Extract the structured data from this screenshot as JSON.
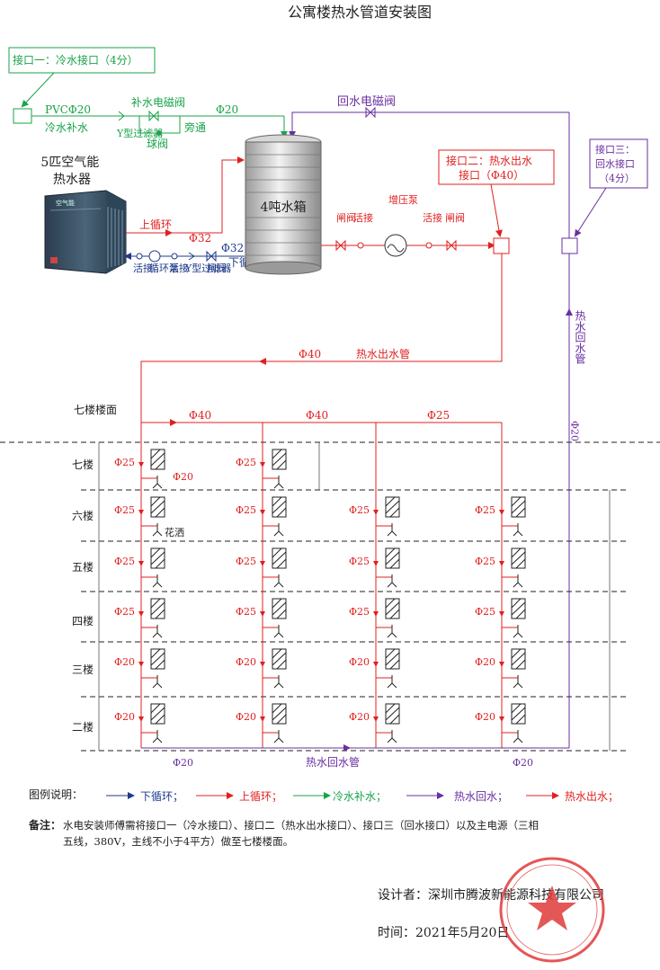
{
  "title": "公寓楼热水管道安装图",
  "colors": {
    "cold": "#1aa34a",
    "hot": "#e02020",
    "down": "#1f3a8a",
    "ret": "#6a2fa0",
    "text": "#222222",
    "stamp": "#e03a3a"
  },
  "heater": {
    "line1": "5匹空气能",
    "line2": "热水器",
    "brand": "空气能"
  },
  "tank": {
    "label": "4吨水箱"
  },
  "interfaces": {
    "one": "接口一：冷水接口（4分）",
    "two_l1": "接口二：热水出水",
    "two_l2": "接口（Φ40）",
    "three_l1": "接口三：",
    "three_l2": "回水接口",
    "three_l3": "（4分）"
  },
  "labels": {
    "pvc": "PVC",
    "phi20": "Φ20",
    "phi25": "Φ25",
    "phi32": "Φ32",
    "phi40": "Φ40",
    "cold_makeup": "冷水补水",
    "makeup_valve": "补水电磁阀",
    "bypass": "旁通",
    "ball_valve": "球阀",
    "y_filter": "Y型过滤器",
    "y_filter2": "Y型过滤器",
    "return_valve": "回水电磁阀",
    "up_loop": "上循环",
    "down_loop": "下循环",
    "huojie": "活接",
    "pump": "循环泵",
    "gate_valve": "闸阀",
    "boost_pump": "增压泵",
    "hot_out_pipe": "热水出水管",
    "hot_return_pipe": "热水回水管",
    "hot_return_pipe_v": "热水回水管",
    "shower": "花洒",
    "seventh_floor_surface": "七楼楼面"
  },
  "floors": [
    "七楼",
    "六楼",
    "五楼",
    "四楼",
    "三楼",
    "二楼"
  ],
  "floor_pipe_sizes": [
    "Φ25",
    "Φ25",
    "Φ25",
    "Φ25",
    "Φ20",
    "Φ20"
  ],
  "legend": {
    "title": "图例说明：",
    "items": [
      "下循环；",
      "上循环；",
      "冷水补水；",
      "热水回水；",
      "热水出水；"
    ]
  },
  "note": {
    "label": "备注：",
    "line1": "水电安装师傅需将接口一（冷水接口）、接口二（热水出水接口）、接口三（回水接口）以及主电源（三相",
    "line2": "五线，380V，主线不小于4平方）做至七楼楼面。"
  },
  "footer": {
    "designer": "设计者：深圳市腾波新能源科技有限公司",
    "time": "时间：2021年5月20日"
  },
  "stamp": {
    "text": "深圳市腾波新能源科技有限公司"
  }
}
